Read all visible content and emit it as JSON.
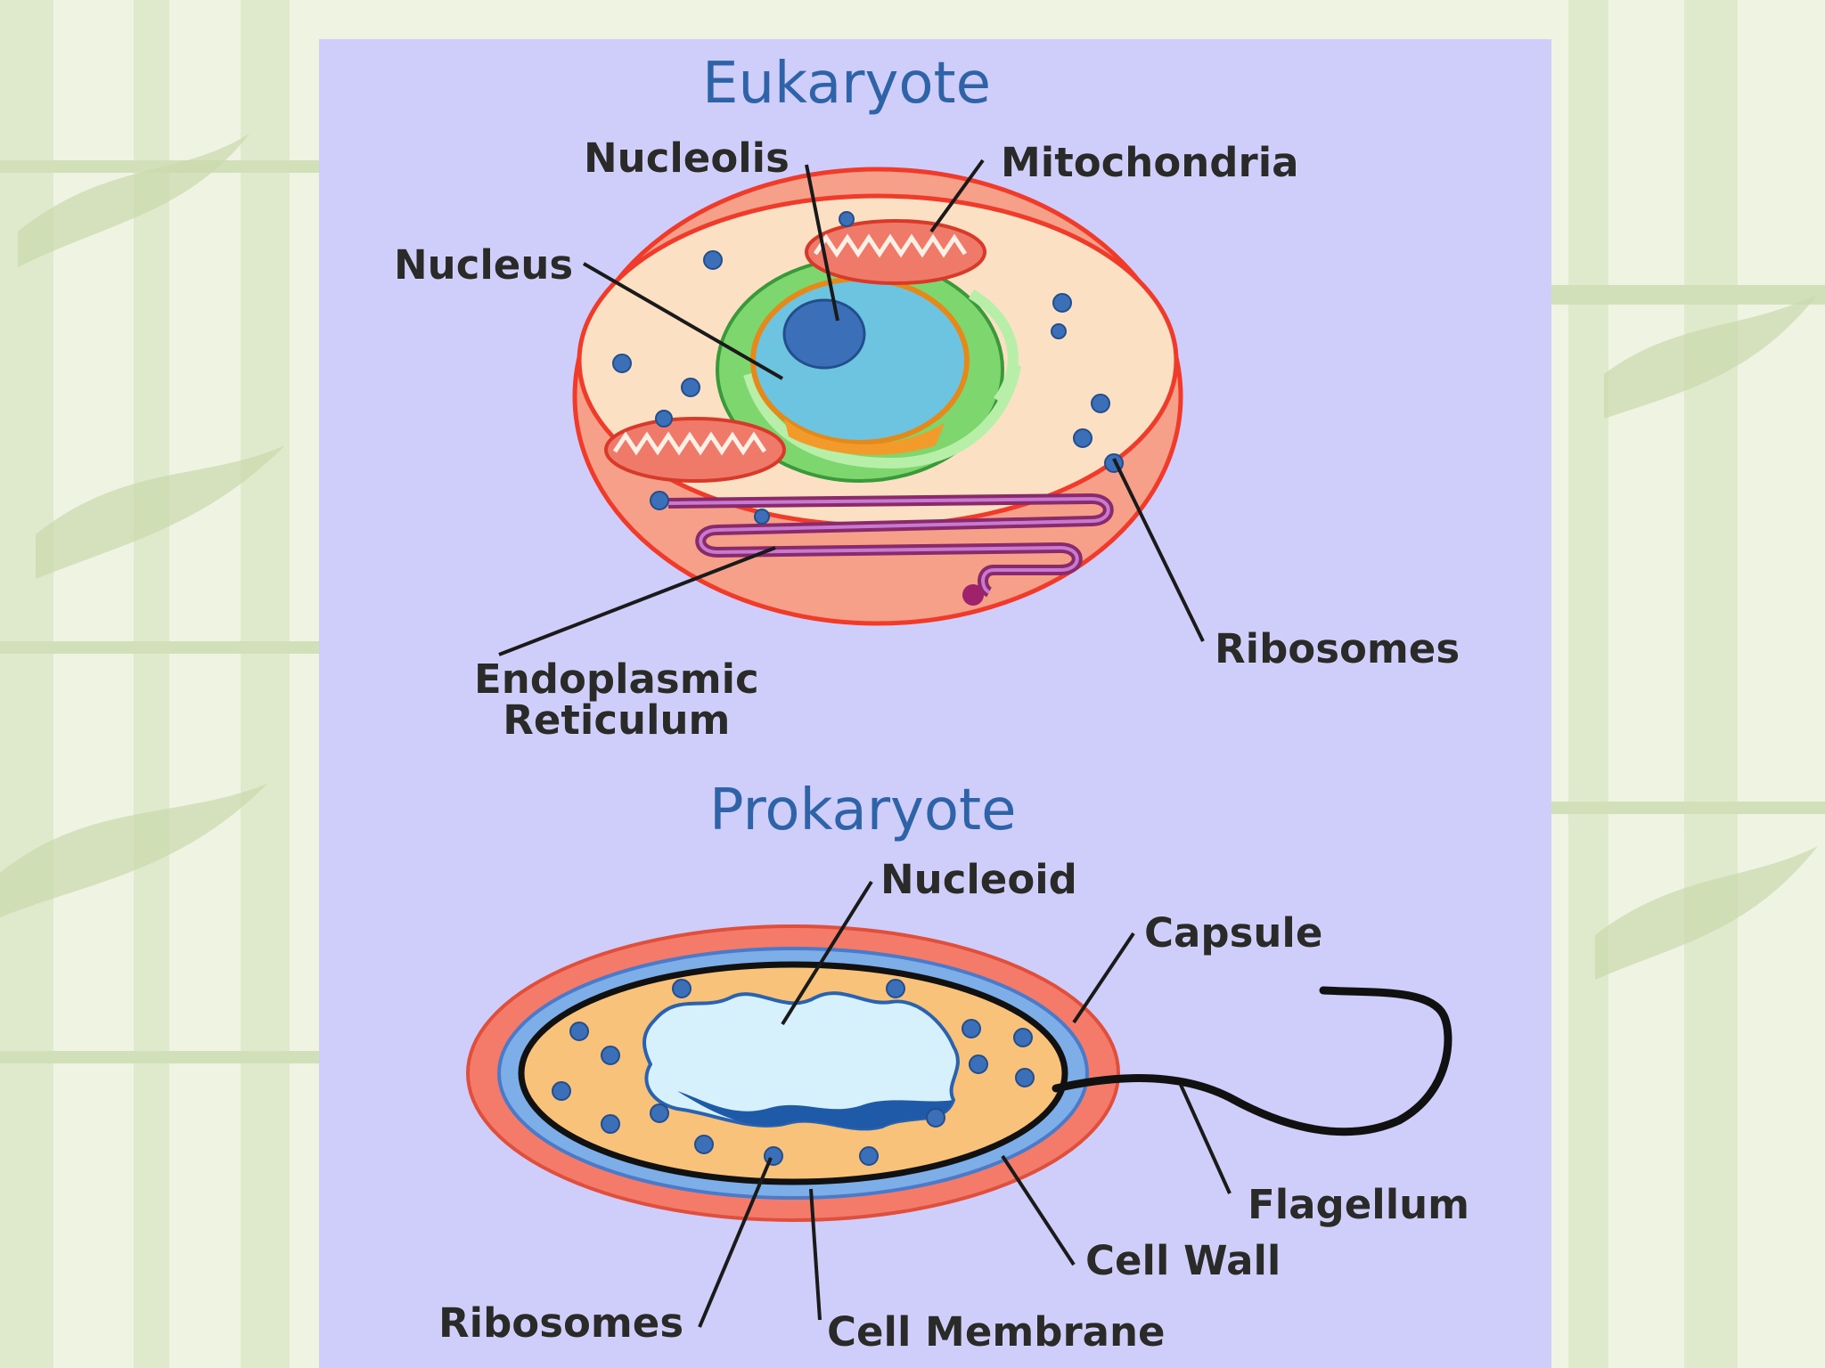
{
  "eukaryote": {
    "title": "Eukaryote",
    "labels": {
      "nucleolis": "Nucleolis",
      "mitochondria": "Mitochondria",
      "nucleus": "Nucleus",
      "er_line1": "Endoplasmic",
      "er_line2": "Reticulum",
      "ribosomes": "Ribosomes"
    }
  },
  "prokaryote": {
    "title": "Prokaryote",
    "labels": {
      "nucleoid": "Nucleoid",
      "capsule": "Capsule",
      "flagellum": "Flagellum",
      "cell_wall": "Cell Wall",
      "ribosomes": "Ribosomes",
      "cell_membrane": "Cell Membrane"
    }
  },
  "colors": {
    "panel": "#cfcdfa",
    "title": "#2f63a8",
    "cell_outline": "#f03a2a",
    "cytoplasm": "#fbe0c4",
    "nucleus": "#6cc4e0",
    "er": "#8a2a6a",
    "ribosome": "#3b6fb8",
    "prokaryote_cytoplasm": "#f9c27a"
  }
}
